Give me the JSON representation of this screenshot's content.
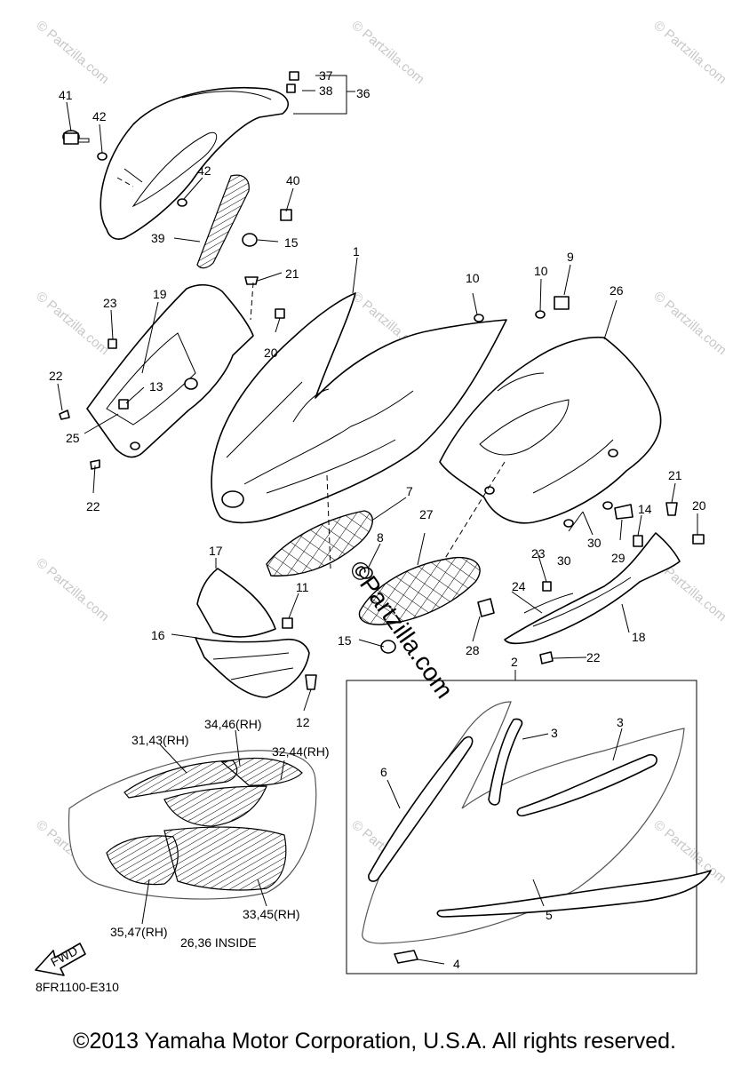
{
  "diagram": {
    "code": "8FR1100-E310",
    "inside_note": "26,36 INSIDE",
    "fwd_label": "FWD",
    "watermark": "© Partzilla.com",
    "center_watermark": "©Partzilla.com",
    "copyright": "©2013 Yamaha Motor Corporation, U.S.A. All rights reserved."
  },
  "callouts": [
    "1",
    "2",
    "3",
    "3",
    "4",
    "5",
    "6",
    "7",
    "8",
    "9",
    "10",
    "10",
    "11",
    "12",
    "13",
    "14",
    "15",
    "15",
    "16",
    "17",
    "18",
    "19",
    "20",
    "20",
    "21",
    "21",
    "22",
    "22",
    "22",
    "23",
    "23",
    "24",
    "25",
    "26",
    "27",
    "28",
    "29",
    "30",
    "30",
    "36",
    "37",
    "38",
    "39",
    "40",
    "41",
    "42",
    "42",
    "31,43(RH)",
    "34,46(RH)",
    "32,44(RH)",
    "33,45(RH)",
    "35,47(RH)"
  ]
}
